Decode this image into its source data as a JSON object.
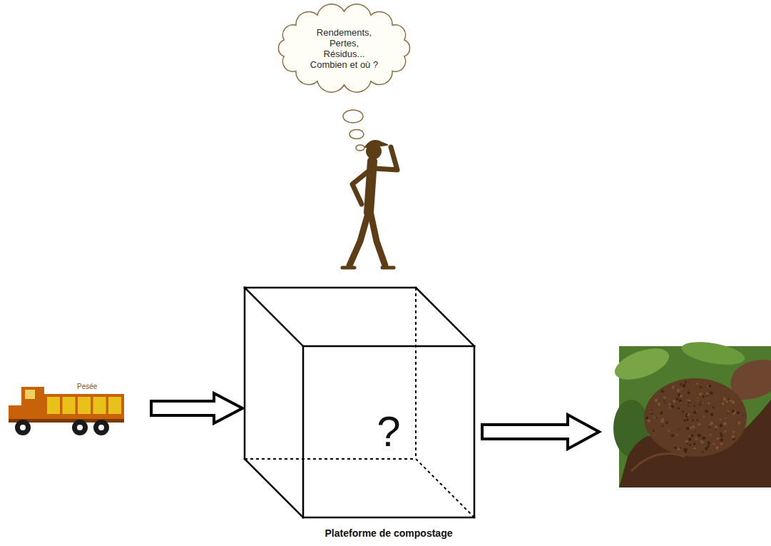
{
  "diagram": {
    "nodes": [
      {
        "text": [
          "Rendements, Pertes, Résidus... Combien et où ?"
        ]
      },
      {
        "text": [
          "Pesée"
        ]
      },
      {
        "text": [
          "?",
          "Plateforme de compostage"
        ]
      }
    ],
    "edges": [
      {
        "from": 1,
        "to": 2,
        "arrow": "to"
      }
    ]
  }
}
